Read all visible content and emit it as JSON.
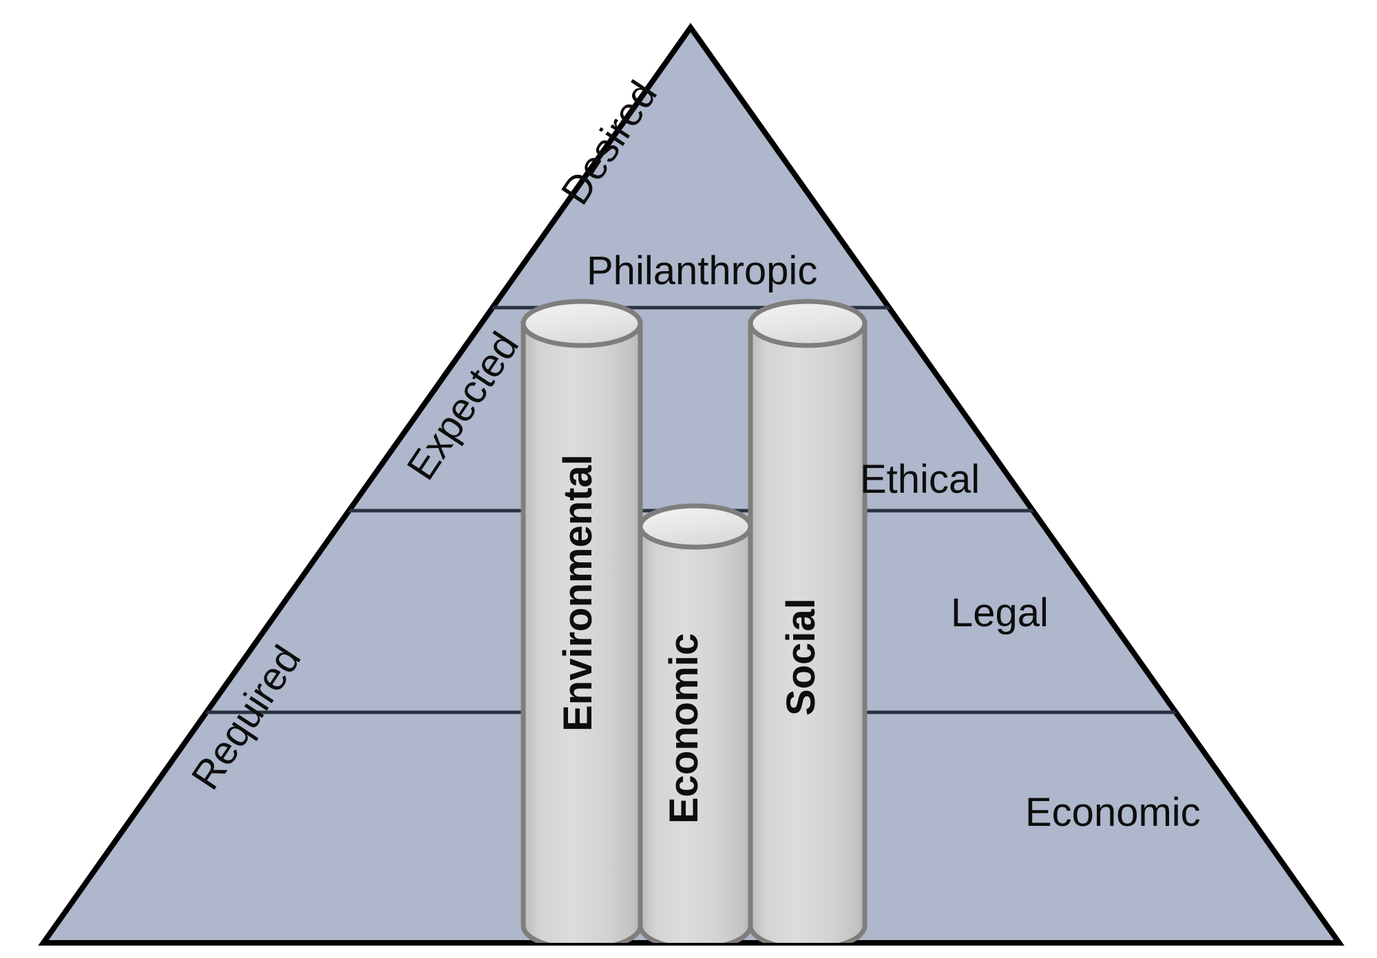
{
  "diagram": {
    "title": "CSR pyramid with sustainability pillars",
    "type": "pyramid-with-cylinders",
    "colors": {
      "pyramid_fill": "#aeb7cb",
      "pyramid_stroke": "#000000",
      "divider_stroke": "#2a3242",
      "cylinder_body": "#d4d2d0",
      "cylinder_top": "#eceaea",
      "cylinder_stroke": "#807e7c",
      "text": "#0d0d0d",
      "background": "#ffffff"
    },
    "pyramid": {
      "tiers": [
        {
          "id": "philanthropic",
          "label": "Philanthropic",
          "side_label": "Desired",
          "order": 1
        },
        {
          "id": "ethical",
          "label": "Ethical",
          "side_label": "Expected",
          "order": 2
        },
        {
          "id": "legal",
          "label": "Legal",
          "side_label": "Required",
          "order": 3
        },
        {
          "id": "economic",
          "label": "Economic",
          "side_label": "",
          "order": 4
        }
      ],
      "side_labels": [
        {
          "id": "desired",
          "label": "Desired"
        },
        {
          "id": "expected",
          "label": "Expected"
        },
        {
          "id": "required",
          "label": "Required"
        }
      ]
    },
    "pillars": [
      {
        "id": "environmental",
        "label": "Environmental"
      },
      {
        "id": "economic",
        "label": "Economic"
      },
      {
        "id": "social",
        "label": "Social"
      }
    ]
  }
}
